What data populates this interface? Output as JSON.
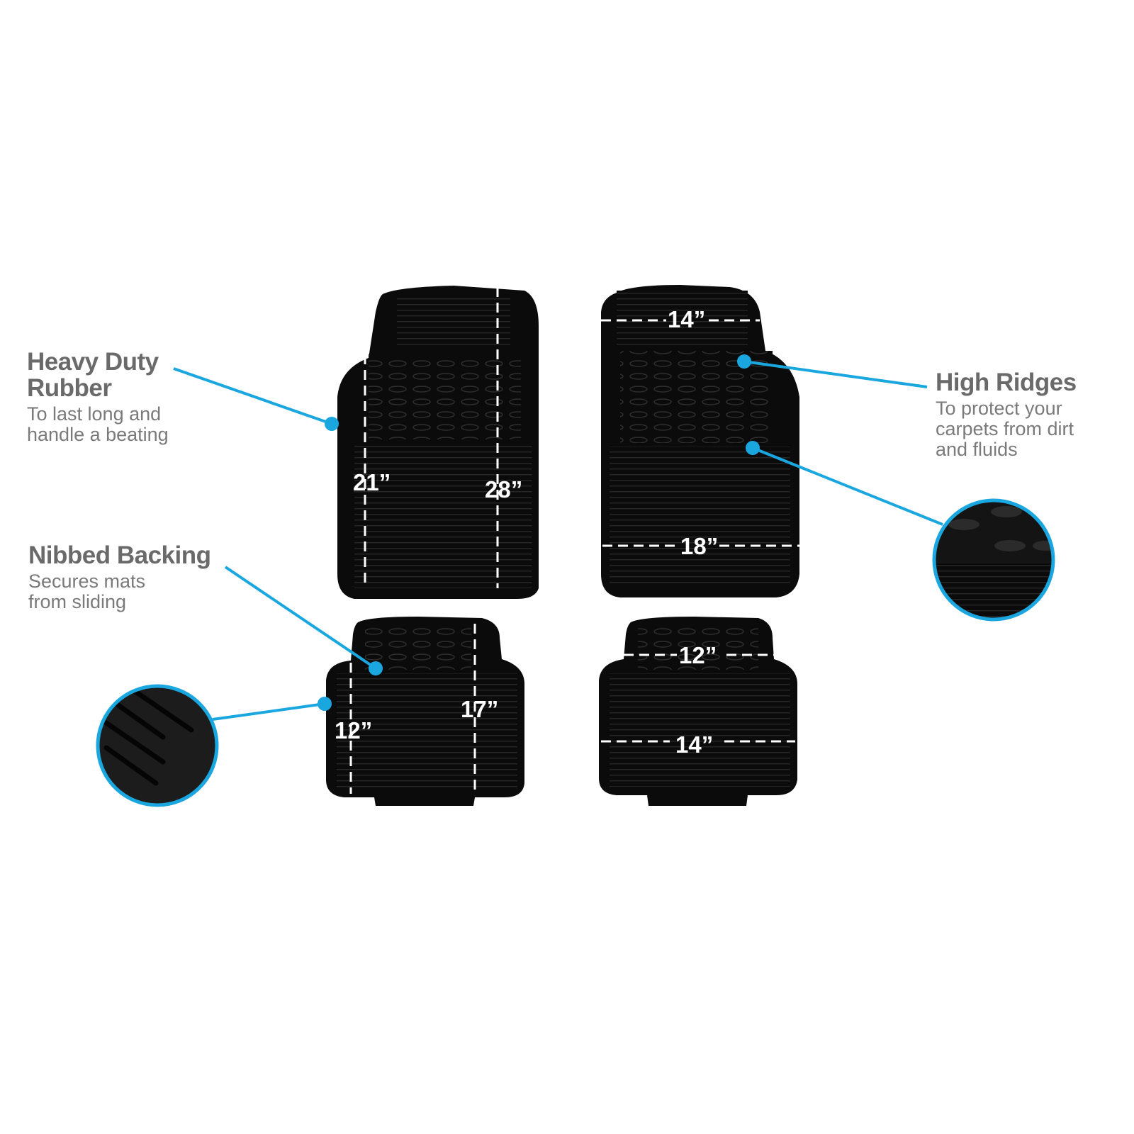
{
  "features": [
    {
      "title_lines": [
        "Heavy Duty",
        "Rubber"
      ],
      "desc_lines": [
        "To last long and",
        "handle a beating"
      ]
    },
    {
      "title_lines": [
        "Nibbed Backing"
      ],
      "desc_lines": [
        "Secures mats",
        "from sliding"
      ]
    },
    {
      "title_lines": [
        "High Ridges"
      ],
      "desc_lines": [
        "To protect your",
        "carpets from dirt",
        "and fluids"
      ]
    }
  ],
  "dimensions": {
    "front_left_width": "21”",
    "front_left_length": "28”",
    "front_right_top": "14”",
    "front_right_bottom": "18”",
    "rear_left_width": "12”",
    "rear_left_length": "17”",
    "rear_right_top": "12”",
    "rear_right_bottom": "14”"
  },
  "colors": {
    "accent": "#1aa7e0",
    "mat": "#0b0b0b",
    "text": "#6a6a6a"
  }
}
